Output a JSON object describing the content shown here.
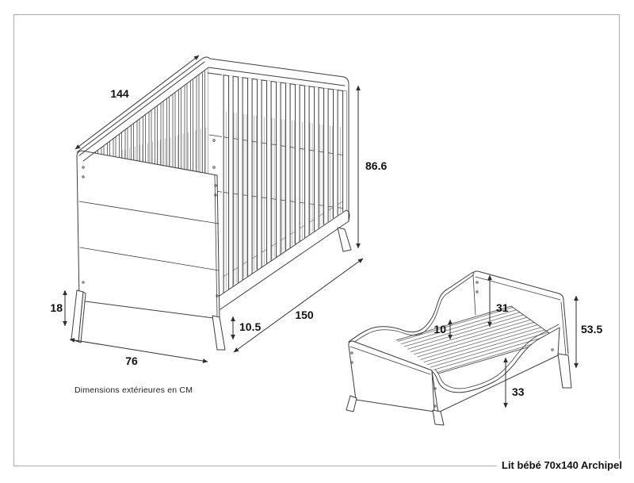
{
  "colors": {
    "background": "#ffffff",
    "frame_border": "#b0aab2",
    "drawing_line": "#3d3d3d",
    "hatch_line": "#9b9b9b",
    "dimension_text": "#111111"
  },
  "captions": {
    "units_note": "Dimensions extérieures en CM",
    "title": "Lit bébé 70x140 Archipel"
  },
  "crib_view": {
    "name": "cot-with-bars",
    "dims": {
      "top_length": "144",
      "total_height": "86.6",
      "leg_height": "18",
      "end_width": "76",
      "base_rail_height": "10.5",
      "base_length": "150"
    }
  },
  "bed_view": {
    "name": "toddler-bed-conversion",
    "dims": {
      "headboard_above_slats": "31",
      "slat_frame_height": "10",
      "total_height": "53.5",
      "rail_floor_height": "33"
    }
  }
}
